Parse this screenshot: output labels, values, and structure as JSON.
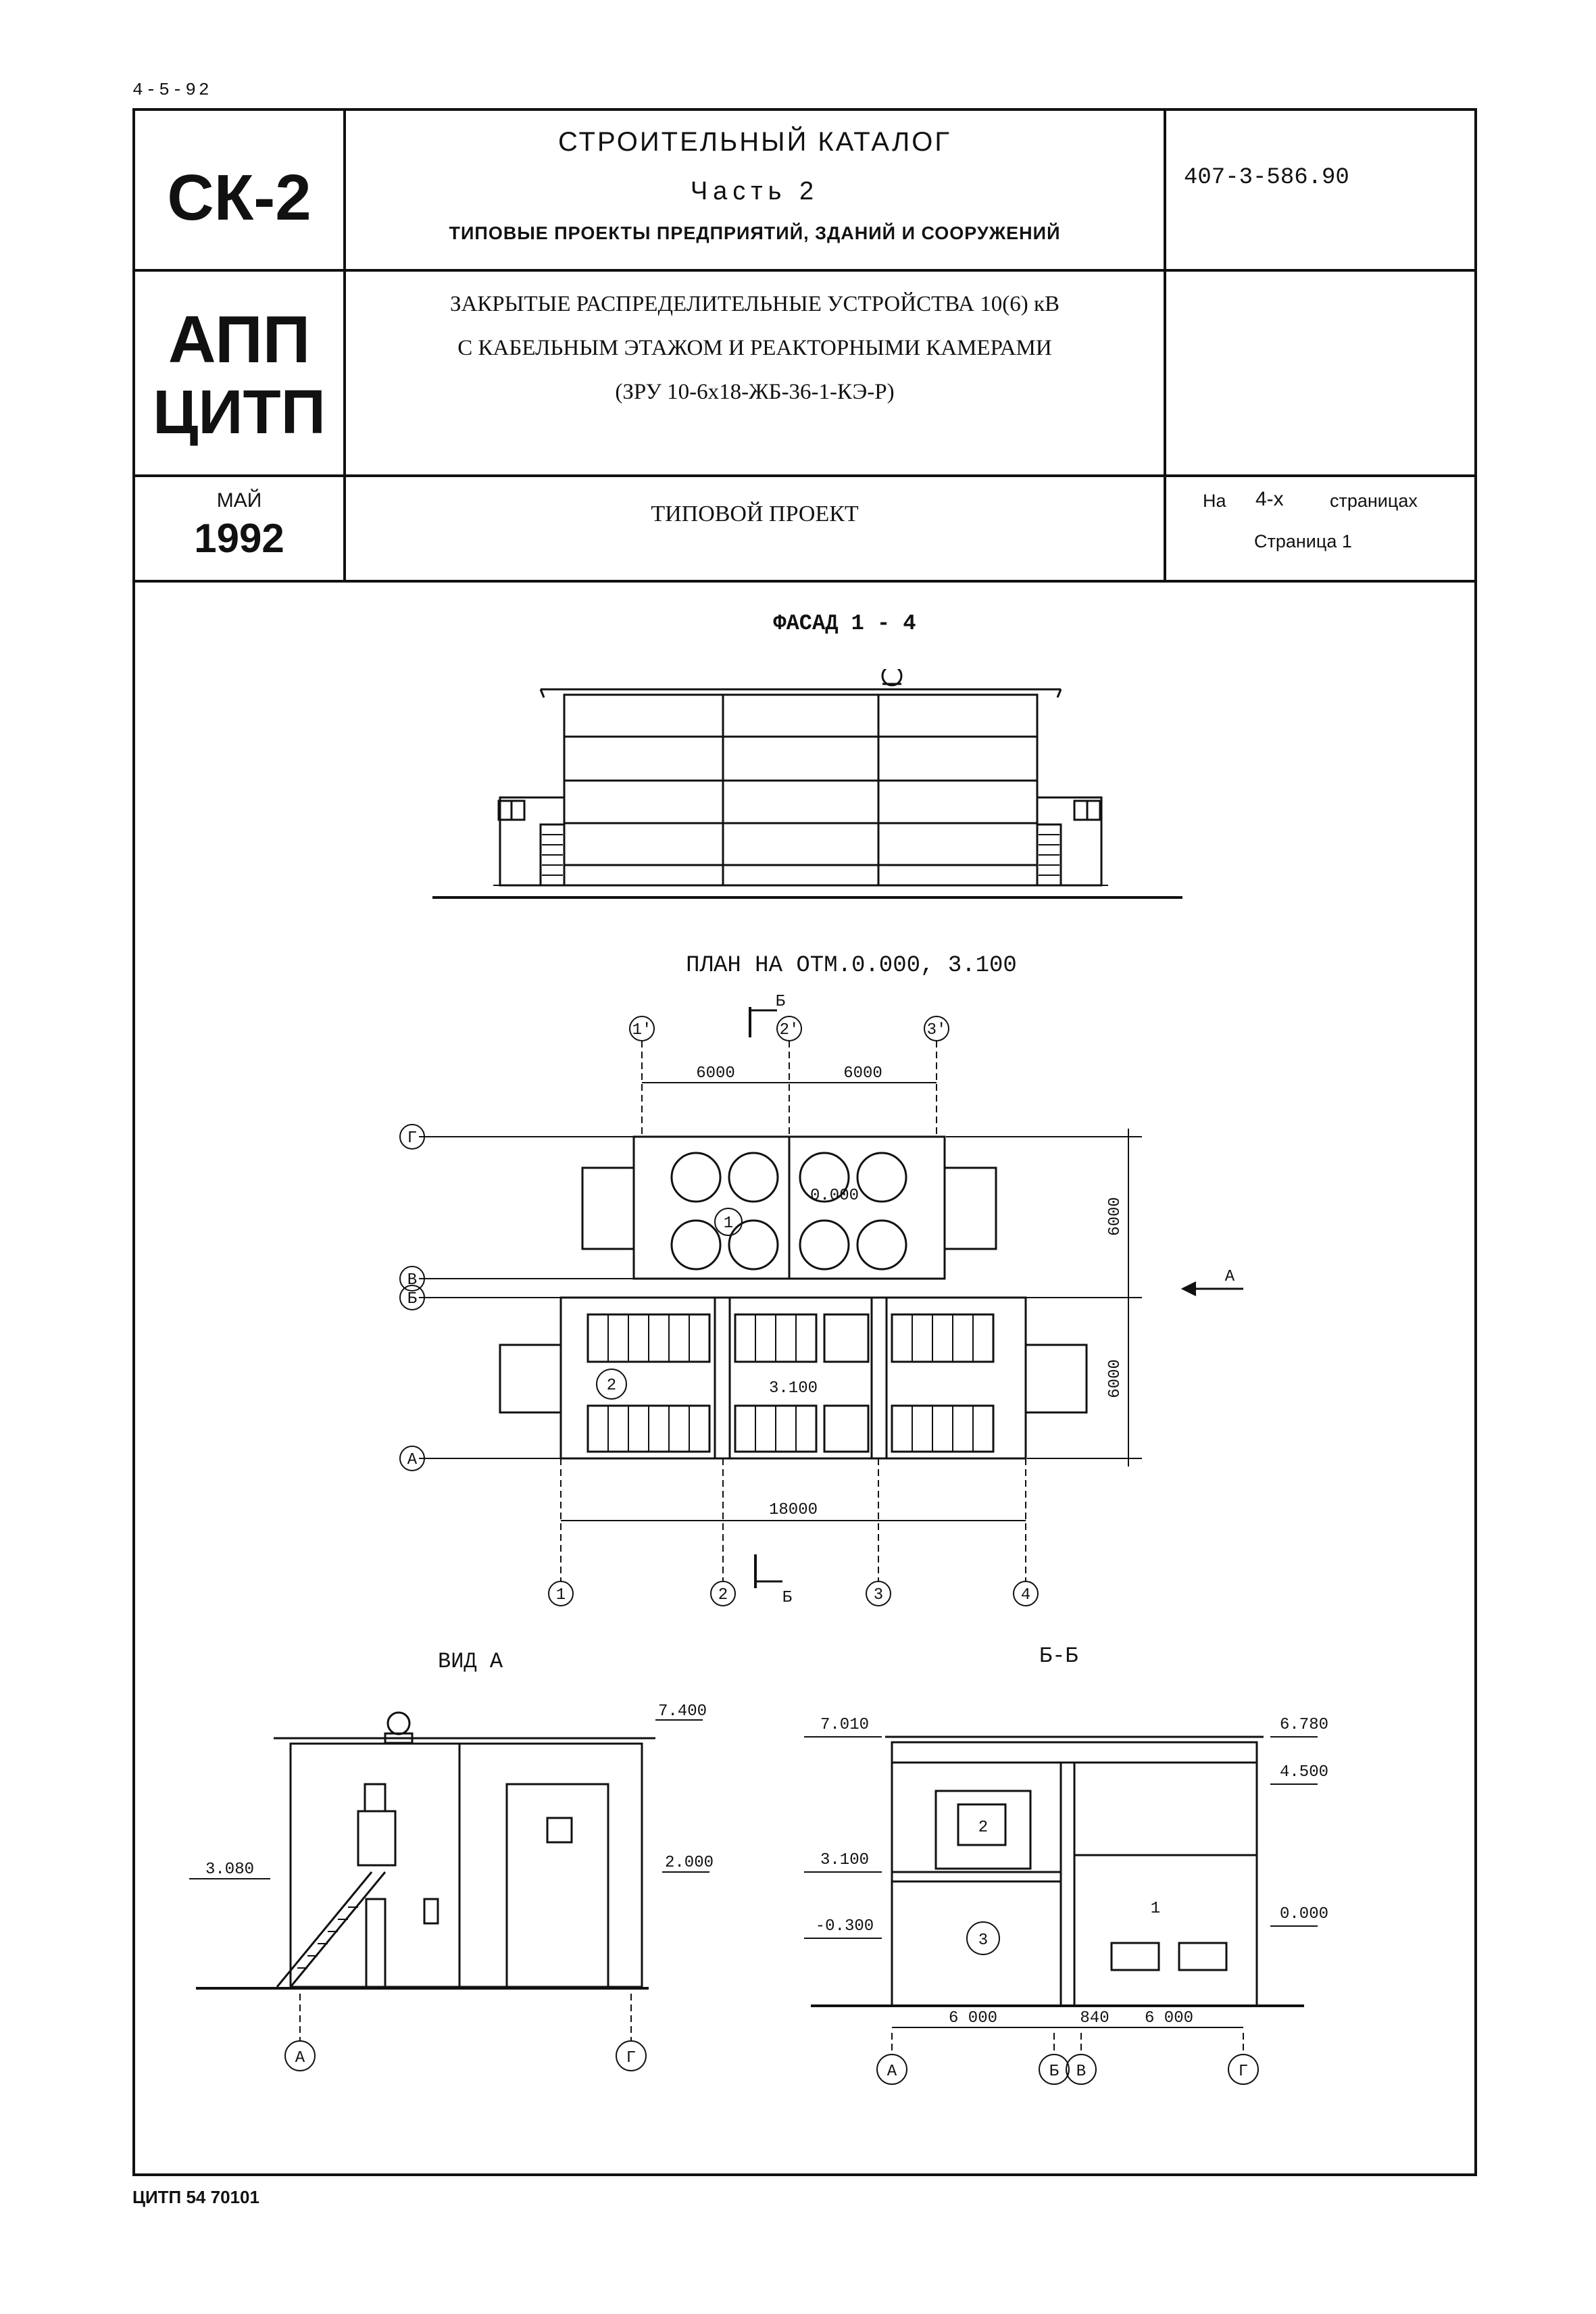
{
  "corner_code": "4-5-92",
  "header": {
    "left_code": "СК-2",
    "catalog_title": "СТРОИТЕЛЬНЫЙ КАТАЛОГ",
    "catalog_part": "Часть 2",
    "catalog_subtitle": "ТИПОВЫЕ ПРОЕКТЫ ПРЕДПРИЯТИЙ, ЗДАНИЙ И СООРУЖЕНИЙ",
    "project_number": "407-3-586.90"
  },
  "project": {
    "org_line1": "АПП",
    "org_line2": "ЦИТП",
    "title_line1": "ЗАКРЫТЫЕ РАСПРЕДЕЛИТЕЛЬНЫЕ УСТРОЙСТВА 10(6) кВ",
    "title_line2": "С КАБЕЛЬНЫМ ЭТАЖОМ И РЕАКТОРНЫМИ КАМЕРАМИ",
    "title_line3": "(ЗРУ 10-6х18-ЖБ-36-1-КЭ-Р)"
  },
  "issue": {
    "month": "МАЙ",
    "year": "1992",
    "doc_type": "ТИПОВОЙ ПРОЕКТ",
    "pages_label": "На",
    "pages_count": "4-х",
    "pages_suffix": "страницах",
    "page_label": "Страница 1"
  },
  "drawings": {
    "facade_title": "ФАСАД 1 - 4",
    "plan_title": "ПЛАН НА ОТМ.0.000, 3.100",
    "view_a_title": "ВИД А",
    "section_title": "Б-Б",
    "plan": {
      "dim_top_1": "6000",
      "dim_top_2": "6000",
      "dim_right_1": "6000",
      "dim_right_2": "6000",
      "dim_bottom": "18000",
      "mark_upper": "0.000",
      "mark_lower": "3.100",
      "room_1": "1",
      "room_2": "2",
      "arrow_label": "А",
      "cut_label_top": "Б",
      "cut_label_bottom": "Б",
      "axis_top_1": "1'",
      "axis_top_2": "2'",
      "axis_top_3": "3'",
      "axis_g": "Г",
      "axis_v": "В",
      "axis_b": "Б",
      "axis_a": "А",
      "axis_bottom_1": "1",
      "axis_bottom_2": "2",
      "axis_bottom_3": "3",
      "axis_bottom_4": "4"
    },
    "view_a": {
      "elev_top": "7.400",
      "elev_left": "3.080",
      "elev_right": "2.000",
      "axis_left": "А",
      "axis_right": "Г"
    },
    "section": {
      "elev_top_left": "7.010",
      "elev_mid_left": "3.100",
      "elev_bot_left": "-0.300",
      "elev_top_right": "6.780",
      "elev_mid_right": "4.500",
      "elev_bot_right": "0.000",
      "room_2": "2",
      "room_3": "3",
      "room_1": "1",
      "dim_1": "6 000",
      "dim_2": "840",
      "dim_3": "6 000",
      "axis_a": "А",
      "axis_b": "Б",
      "axis_v": "В",
      "axis_g": "Г"
    }
  },
  "footer_code": "ЦИТП 54 70101"
}
